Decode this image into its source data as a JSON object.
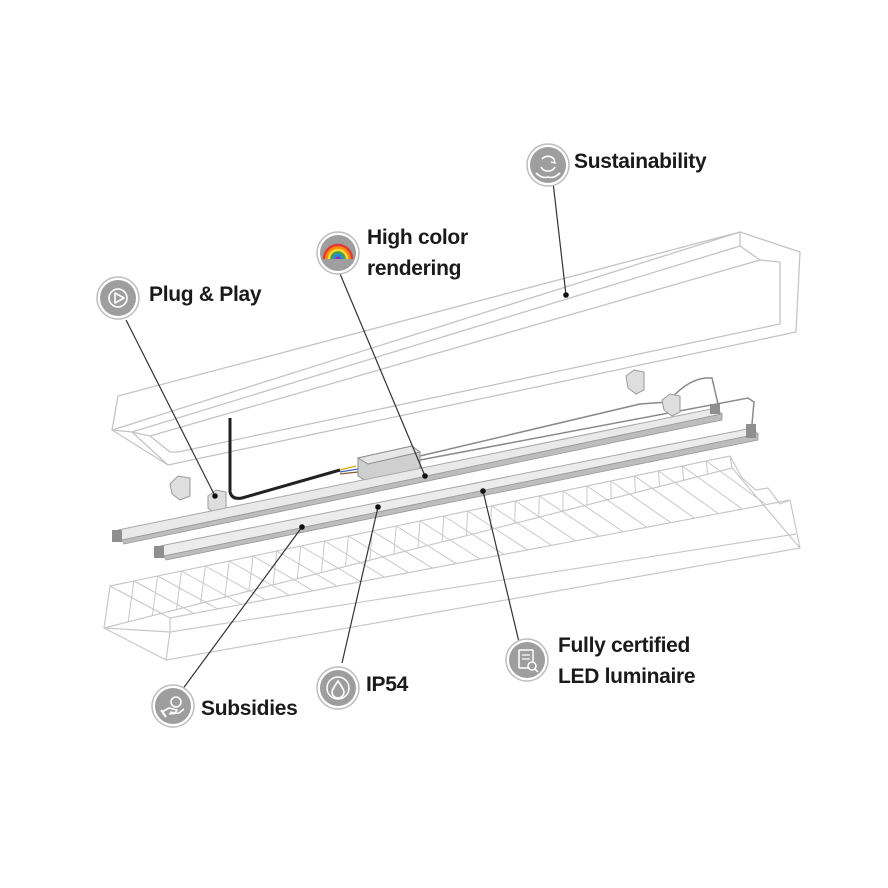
{
  "callouts": {
    "sustainability": {
      "lines": [
        "Sustainability"
      ],
      "icon": "recycle-hands-icon"
    },
    "high_color_rendering": {
      "lines": [
        "High color",
        "rendering"
      ],
      "icon": "rainbow-icon"
    },
    "plug_and_play": {
      "lines": [
        "Plug & Play"
      ],
      "icon": "play-icon"
    },
    "fully_certified": {
      "lines": [
        "Fully certified",
        "LED luminaire"
      ],
      "icon": "certificate-icon"
    },
    "ip54": {
      "lines": [
        "IP54"
      ],
      "icon": "water-drop-icon"
    },
    "subsidies": {
      "lines": [
        "Subsidies"
      ],
      "icon": "money-hand-icon"
    }
  },
  "colors": {
    "text": "#1a1a1a",
    "icon_badge": "#9e9e9e",
    "outline": "#c8c8c8",
    "leader_line": "#333333"
  }
}
